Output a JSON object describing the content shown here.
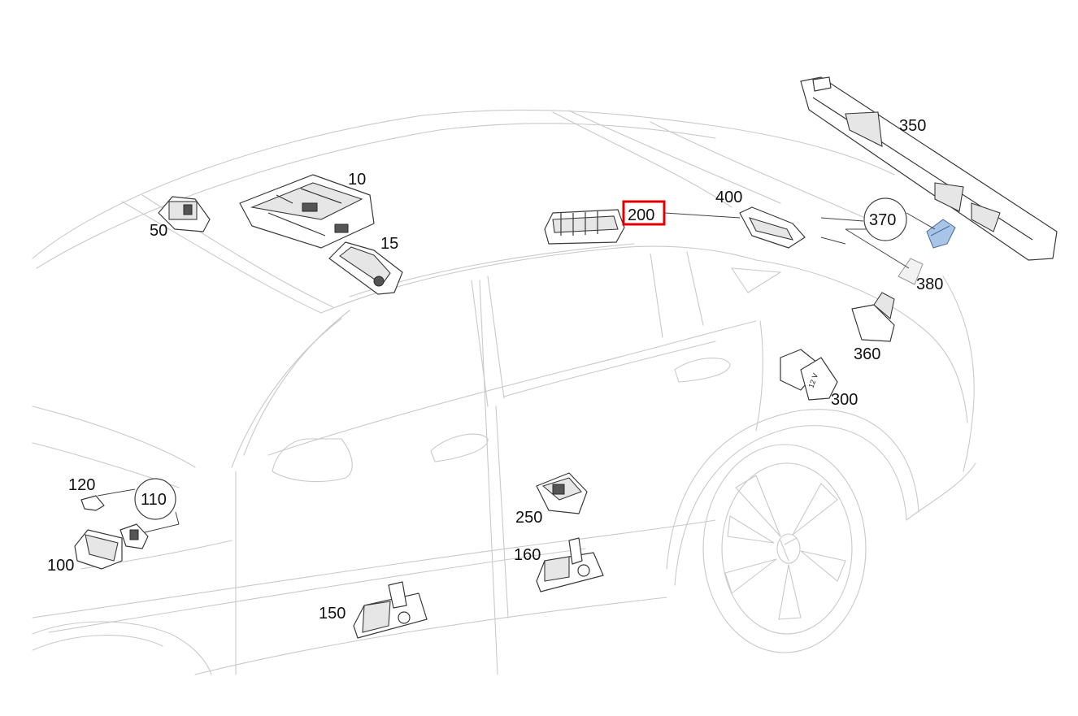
{
  "labels": {
    "l10": "10",
    "l15": "15",
    "l50": "50",
    "l100": "100",
    "l110": "110",
    "l120": "120",
    "l150": "150",
    "l160": "160",
    "l200": "200",
    "l250": "250",
    "l300": "300",
    "l350": "350",
    "l360": "360",
    "l370": "370",
    "l380": "380",
    "l400": "400"
  },
  "socket_text": "12 V",
  "highlighted_label": "200",
  "colors": {
    "highlight": "#e00000",
    "car_outline": "#c9c9c9",
    "part_stroke": "#3a3a3a",
    "bulb_blue": "#a8c4e6"
  }
}
